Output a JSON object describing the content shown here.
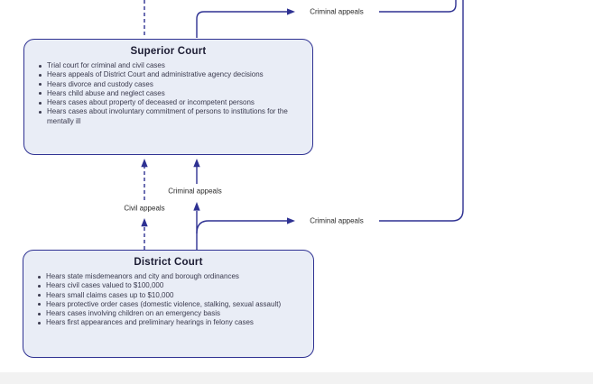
{
  "diagram": {
    "superior_court": {
      "title": "Superior Court",
      "bullets": [
        "Trial court for criminal and civil cases",
        "Hears appeals of District Court and administrative agency decisions",
        "Hears divorce and custody cases",
        "Hears child abuse and neglect cases",
        "Hears cases about property of deceased or incompetent persons",
        "Hears cases about involuntary commitment of persons to institutions for the mentally ill"
      ]
    },
    "district_court": {
      "title": "District Court",
      "bullets": [
        "Hears state misdemeanors and city and borough ordinances",
        "Hears civil cases valued to $100,000",
        "Hears small claims cases up to $10,000",
        "Hears protective order cases (domestic violence, stalking, sexual assault)",
        "Hears cases involving children on an emergency basis",
        "Hears first appearances and preliminary hearings in felony cases"
      ]
    },
    "arrow_labels": {
      "superior_criminal_appeals": "Criminal appeals",
      "district_criminal_appeals_up": "Criminal appeals",
      "district_criminal_appeals_right": "Criminal appeals",
      "district_civil_appeals": "Civil appeals"
    },
    "colors": {
      "line": "#2e3192",
      "box_fill": "#e9edf6",
      "box_border": "#2e3192",
      "title_text": "#1c1c33",
      "body_text": "#3a3a4e",
      "label_text": "#2a2a2a",
      "footer_bar": "#f2f2f2"
    }
  }
}
